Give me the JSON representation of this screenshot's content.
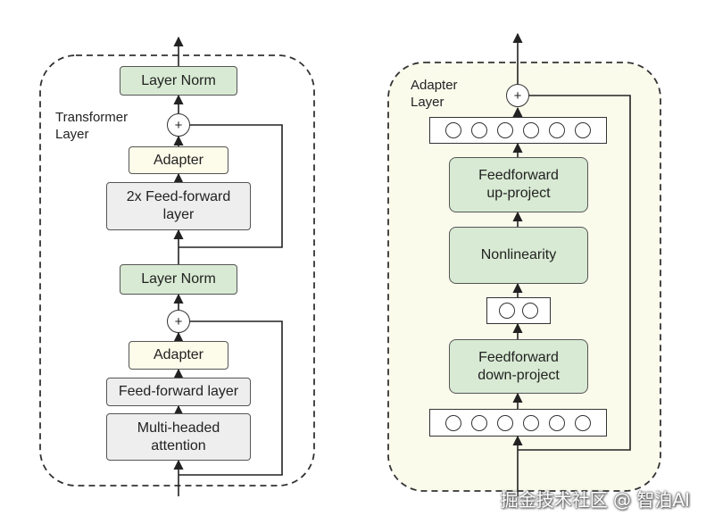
{
  "left_panel": {
    "label": "Transformer\nLayer",
    "layer_norm_top": "Layer Norm",
    "adapter_top": "Adapter",
    "ffn_2x": "2x Feed-forward\nlayer",
    "layer_norm_bottom": "Layer Norm",
    "adapter_bottom": "Adapter",
    "ffn": "Feed-forward layer",
    "attention": "Multi-headed\nattention",
    "sum_symbol": "+"
  },
  "right_panel": {
    "label": "Adapter\nLayer",
    "up_project": "Feedforward\nup-project",
    "nonlinearity": "Nonlinearity",
    "down_project": "Feedforward\ndown-project",
    "sum_symbol": "+",
    "wide_vector_units": 6,
    "narrow_vector_units": 2
  },
  "colors": {
    "norm_green": "#d8ead3",
    "adapter_cream": "#fdfbe9",
    "block_gray": "#eeeeee",
    "adapter_panel_bg": "#fbfbec"
  },
  "watermark": "掘金技术社区 @ 智泊AI"
}
